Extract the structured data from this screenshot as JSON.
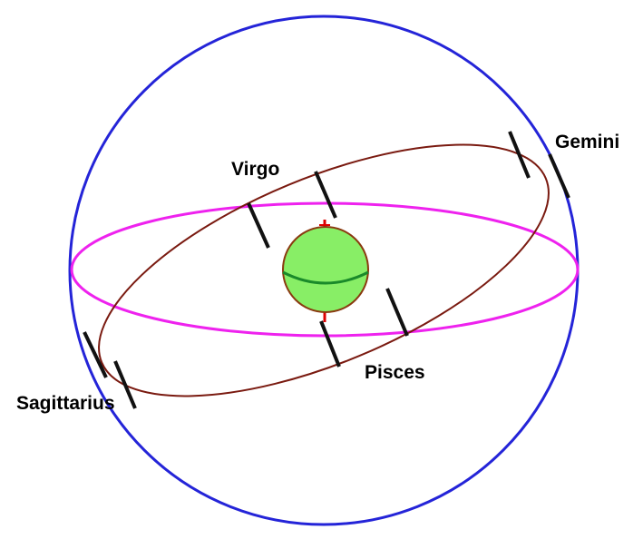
{
  "labels": {
    "gemini": "Gemini",
    "virgo": "Virgo",
    "pisces": "Pisces",
    "sagittarius": "Sagittarius"
  },
  "colors": {
    "celestial_sphere": "#2424d8",
    "celestial_equator": "#ee22ee",
    "ecliptic": "#7a1a10",
    "earth_fill": "#88ee66",
    "earth_outline": "#8a3a10",
    "earth_equator": "#1a8a2a",
    "earth_poles": "#dd0000",
    "markers": "#111111"
  }
}
